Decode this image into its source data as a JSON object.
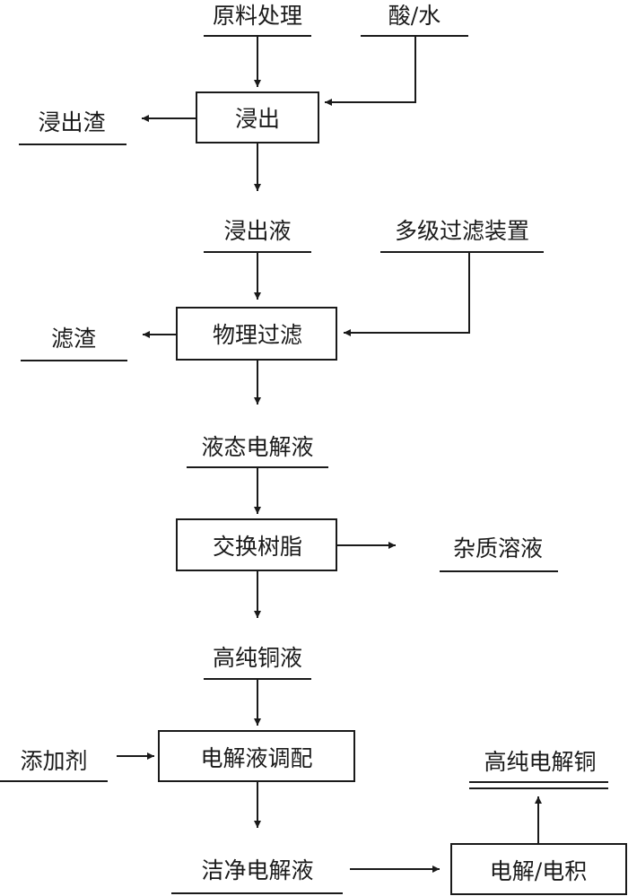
{
  "diagram": {
    "title": "",
    "type": "process-flowchart",
    "inputs": {
      "raw_material": "原料处理",
      "acid_water": "酸/水",
      "filter_device": "多级过滤装置",
      "additive": "添加剂"
    },
    "process_boxes": {
      "leaching": "浸出",
      "physical_filtration": "物理过滤",
      "exchange_resin": "交换树脂",
      "electrolyte_prep": "电解液调配",
      "electrolysis": "电解/电积"
    },
    "intermediates": {
      "leachate": "浸出液",
      "liquid_electrolyte": "液态电解液",
      "high_purity_copper_solution": "高纯铜液",
      "clean_electrolyte": "洁净电解液"
    },
    "outputs": {
      "leach_residue": "浸出渣",
      "filter_residue": "滤渣",
      "impurity_solution": "杂质溶液",
      "final_product": "高纯电解铜"
    },
    "edges": [
      {
        "from": "原料处理",
        "to": "浸出"
      },
      {
        "from": "酸/水",
        "to": "浸出"
      },
      {
        "from": "浸出",
        "to": "浸出渣"
      },
      {
        "from": "浸出",
        "to": "浸出液"
      },
      {
        "from": "浸出液",
        "to": "物理过滤"
      },
      {
        "from": "多级过滤装置",
        "to": "物理过滤"
      },
      {
        "from": "物理过滤",
        "to": "滤渣"
      },
      {
        "from": "物理过滤",
        "to": "液态电解液"
      },
      {
        "from": "液态电解液",
        "to": "交换树脂"
      },
      {
        "from": "交换树脂",
        "to": "杂质溶液"
      },
      {
        "from": "交换树脂",
        "to": "高纯铜液"
      },
      {
        "from": "高纯铜液",
        "to": "电解液调配"
      },
      {
        "from": "添加剂",
        "to": "电解液调配"
      },
      {
        "from": "电解液调配",
        "to": "洁净电解液"
      },
      {
        "from": "洁净电解液",
        "to": "电解/电积"
      },
      {
        "from": "电解/电积",
        "to": "高纯电解铜"
      }
    ]
  }
}
